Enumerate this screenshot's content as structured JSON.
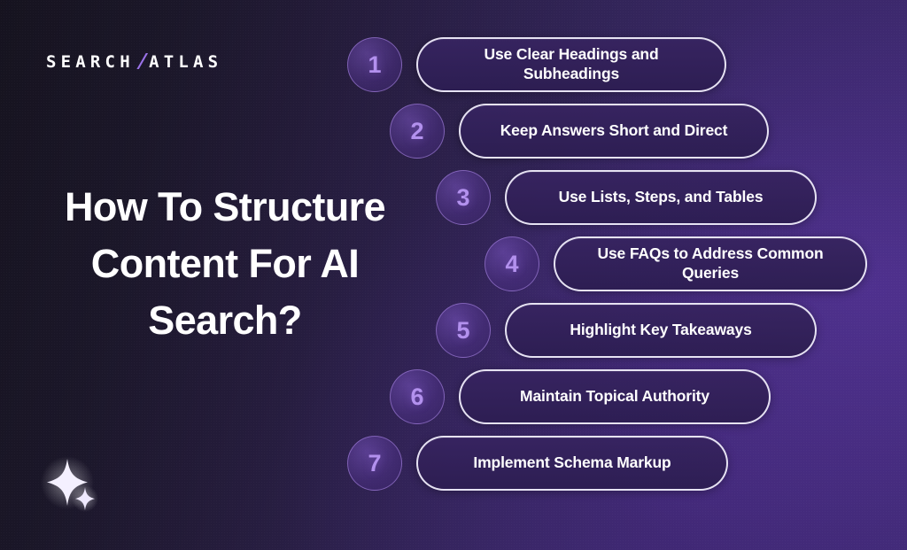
{
  "brand": {
    "name_part1": "SEARCH",
    "slash": "/",
    "name_part2": "ATLAS"
  },
  "headline": "How To Structure Content For AI Search?",
  "decoration": {
    "sparkle_icon": "sparkle-icon"
  },
  "colors": {
    "background_dark": "#16131f",
    "background_purple": "#3e2a71",
    "accent_purple": "#9a72e8",
    "number_text": "#b391ee",
    "pill_border": "#f4f1ff",
    "pill_fill": "#372460",
    "text_white": "#ffffff"
  },
  "steps": [
    {
      "number": "1",
      "label": "Use Clear Headings and Subheadings",
      "indent": 0,
      "pill_width": 350
    },
    {
      "number": "2",
      "label": "Keep Answers Short and Direct",
      "indent": 48,
      "pill_width": 350
    },
    {
      "number": "3",
      "label": "Use Lists, Steps, and Tables",
      "indent": 100,
      "pill_width": 352
    },
    {
      "number": "4",
      "label": "Use FAQs to Address Common Queries",
      "indent": 155,
      "pill_width": 354
    },
    {
      "number": "5",
      "label": "Highlight Key Takeaways",
      "indent": 100,
      "pill_width": 352
    },
    {
      "number": "6",
      "label": "Maintain Topical Authority",
      "indent": 48,
      "pill_width": 352
    },
    {
      "number": "7",
      "label": "Implement Schema Markup",
      "indent": 0,
      "pill_width": 352
    }
  ]
}
